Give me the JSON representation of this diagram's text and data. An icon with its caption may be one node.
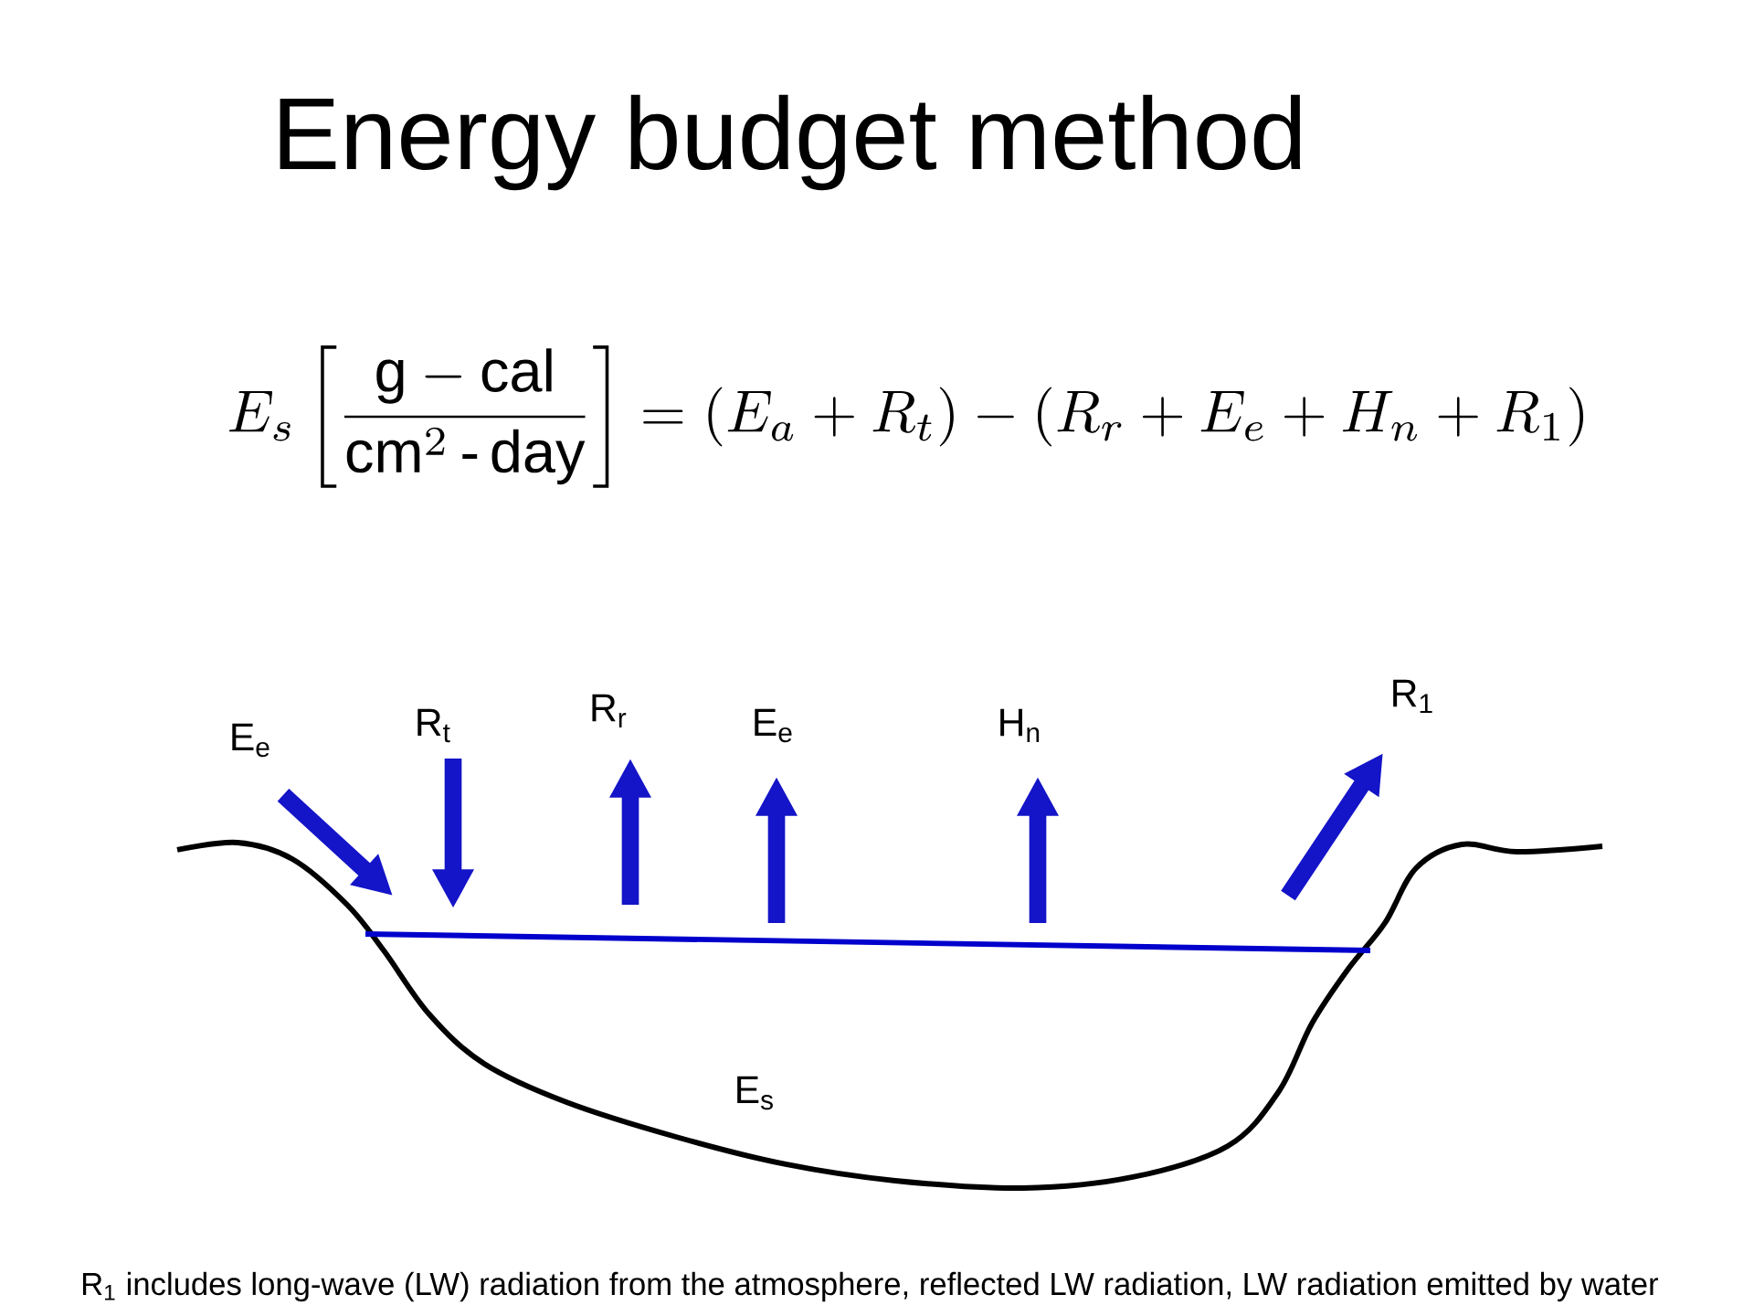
{
  "diagram": {
    "title": "Energy budget method",
    "caption": "R$_{1}$ includes long-wave (LW) radiation from the atmosphere, reflected LW radiation, LW radiation emitted by water",
    "labels": [
      "E_s\\left[\\frac{\\mathrm{g}-\\mathrm{cal}}{\\mathrm{cm}^2\\,\\text{-}\\,\\mathrm{day}}\\right]=\\left(E_a+R_t\\right)-\\left(R_r+E_e+H_n+R_1\\right)",
      "E$_{e}$",
      "R$_{t}$",
      "R$_{r}$",
      "E$_{e}$",
      "H$_{n}$",
      "R$_{1}$",
      "E$_{s}$"
    ]
  }
}
